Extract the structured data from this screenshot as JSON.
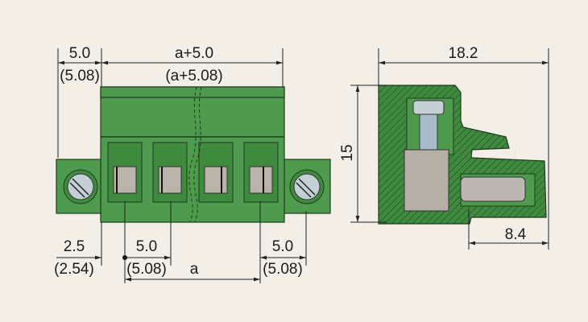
{
  "front_view": {
    "top_left_dim": "5.0",
    "top_left_dim_alt": "(5.08)",
    "top_width_dim": "a+5.0",
    "top_width_dim_alt": "(a+5.08)",
    "bottom_offset_dim": "2.5",
    "bottom_offset_dim_alt": "(2.54)",
    "bottom_pitch_dim": "5.0",
    "bottom_pitch_dim_alt": "(5.08)",
    "bottom_span_dim": "a",
    "bottom_right_dim": "5.0",
    "bottom_right_dim_alt": "(5.08)"
  },
  "side_view": {
    "depth_dim": "18.2",
    "height_dim": "15",
    "pin_dim": "8.4"
  },
  "colors": {
    "background": "#f3efe6",
    "housing": "#4f9b4d"
  }
}
